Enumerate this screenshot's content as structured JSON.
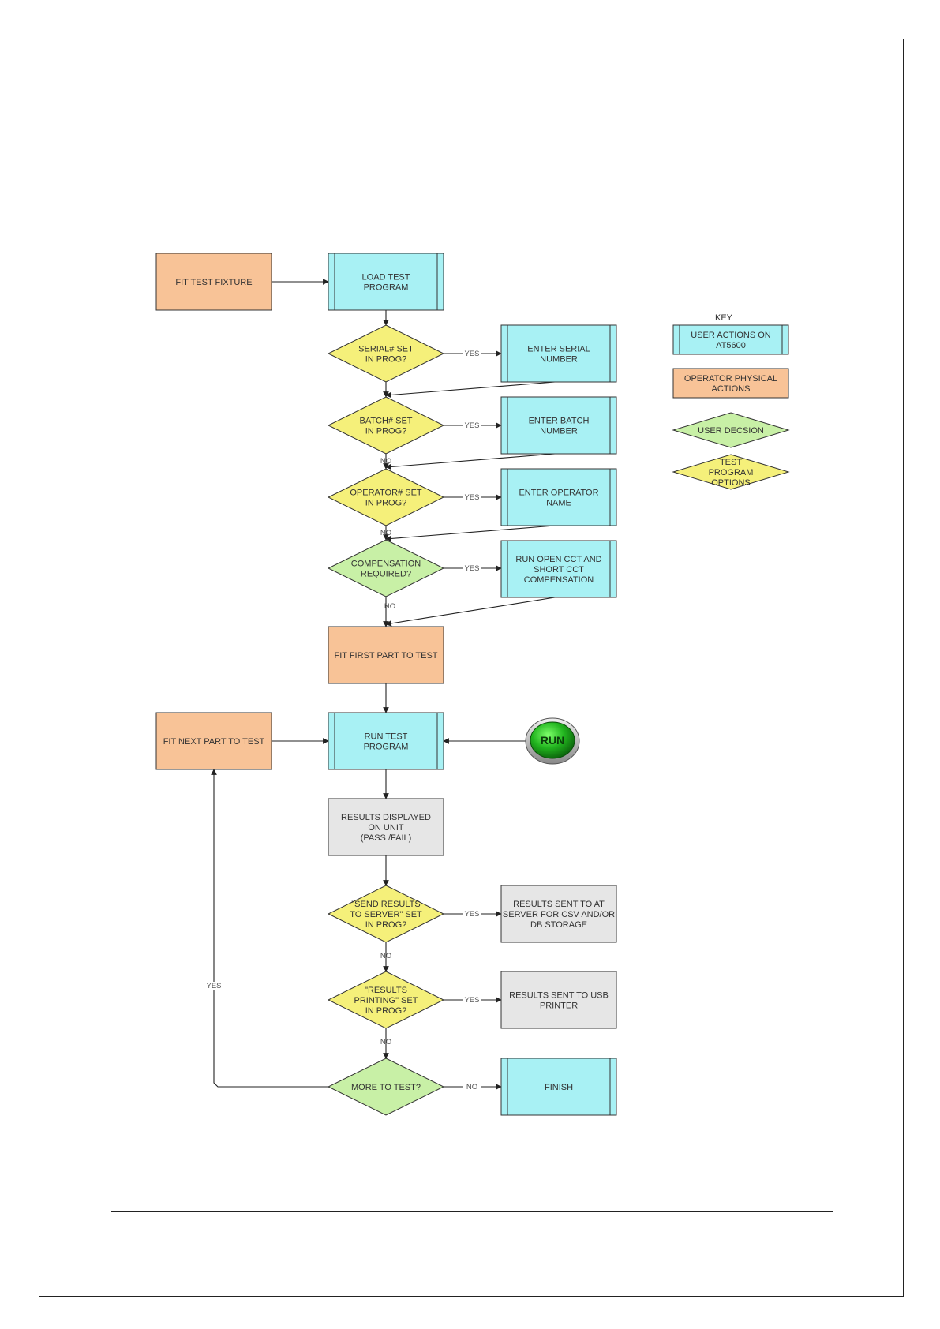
{
  "colors": {
    "user_action": "#a8f1f4",
    "operator_action": "#f8c397",
    "user_decision": "#c8f0a6",
    "program_option": "#f5f07a",
    "result": "#e6e6e6",
    "stroke": "#333333",
    "run_button": "#22aa22"
  },
  "nodes": {
    "fit_fixture": [
      "FIT TEST FIXTURE"
    ],
    "load_program": [
      "LOAD TEST",
      "PROGRAM"
    ],
    "serial_set": [
      "SERIAL# SET",
      "IN PROG?"
    ],
    "enter_serial": [
      "ENTER SERIAL",
      "NUMBER"
    ],
    "batch_set": [
      "BATCH# SET",
      "IN PROG?"
    ],
    "enter_batch": [
      "ENTER BATCH",
      "NUMBER"
    ],
    "operator_set": [
      "OPERATOR# SET",
      "IN PROG?"
    ],
    "enter_operator": [
      "ENTER OPERATOR",
      "NAME"
    ],
    "compensation": [
      "COMPENSATION",
      "REQUIRED?"
    ],
    "run_compensation": [
      "RUN OPEN CCT AND",
      "SHORT CCT",
      "COMPENSATION"
    ],
    "fit_first": [
      "FIT FIRST PART TO TEST"
    ],
    "fit_next": [
      "FIT NEXT PART TO TEST"
    ],
    "run_program": [
      "RUN TEST",
      "PROGRAM"
    ],
    "run_button": [
      "RUN"
    ],
    "results_displayed": [
      "RESULTS DISPLAYED",
      "ON UNIT",
      "(PASS /FAIL)"
    ],
    "send_server": [
      "\"SEND RESULTS",
      "TO SERVER\" SET",
      "IN PROG?"
    ],
    "results_server": [
      "RESULTS SENT TO AT",
      "SERVER FOR CSV AND/OR",
      "DB STORAGE"
    ],
    "results_printing": [
      "\"RESULTS",
      "PRINTING\" SET",
      "IN PROG?"
    ],
    "results_usb": [
      "RESULTS SENT TO USB",
      "PRINTER"
    ],
    "more_to_test": [
      "MORE TO TEST?"
    ],
    "finish": [
      "FINISH"
    ]
  },
  "edge_labels": {
    "yes": "YES",
    "no": "NO"
  },
  "key": {
    "title": "KEY",
    "user_actions": [
      "USER ACTIONS ON",
      "AT5600"
    ],
    "operator_physical": [
      "OPERATOR PHYSICAL",
      "ACTIONS"
    ],
    "user_decision": [
      "USER DECSION"
    ],
    "test_program_options": [
      "TEST",
      "PROGRAM",
      "OPTIONS"
    ]
  }
}
